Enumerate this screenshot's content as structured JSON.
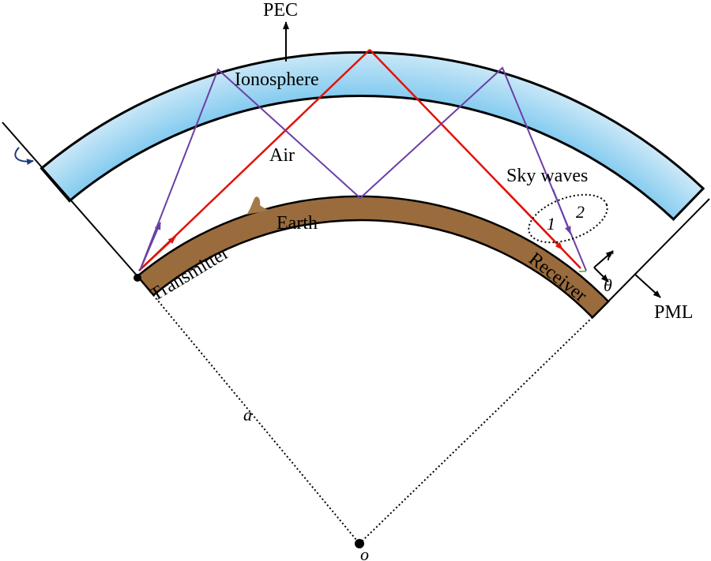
{
  "labels": {
    "pec": "PEC",
    "ionosphere": "Ionosphere",
    "air": "Air",
    "sky_waves": "Sky waves",
    "earth": "Earth",
    "transmitter": "Transmitter",
    "receiver": "Receiver",
    "pml": "PML",
    "radius": "a",
    "origin": "o",
    "r_axis": "r",
    "theta_axis": "θ",
    "path_1": "1",
    "path_2": "2"
  },
  "colors": {
    "ionosphere_top": "#2aa6e6",
    "ionosphere_bottom": "#d2ebf8",
    "earth": "#9a6b3c",
    "mountain": "#a47a48",
    "outline": "#000000",
    "ground_wave_ray": "#e3120b",
    "sky_wave_ray": "#6b3fa6",
    "rotation_arrow": "#1f3d7a"
  },
  "icons": {
    "rotation": "curved-rotation-arrow-icon",
    "pec_pointer": "arrow-up-icon",
    "pml_pointer": "arrow-down-right-icon"
  }
}
